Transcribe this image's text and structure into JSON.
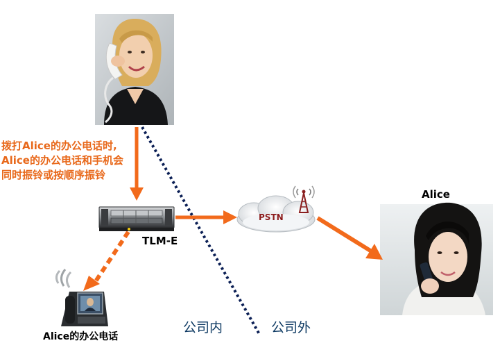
{
  "instruction_lines": [
    "拨打Alice的办公电话时,",
    "Alice的办公电话和手机会",
    "同时振铃或按顺序振铃"
  ],
  "alice_label": "Alice",
  "device_label": "TLM-E",
  "pstn_label": "PSTN",
  "office_phone_label": "Alice的办公电话",
  "inside_label": "公司内",
  "outside_label": "公司外",
  "colors": {
    "arrow": "#f26a1b",
    "divider": "#0b1f55",
    "instruction_text": "#e8681a",
    "zone_text": "#0e3a63",
    "pstn_text": "#8b1a1a"
  }
}
